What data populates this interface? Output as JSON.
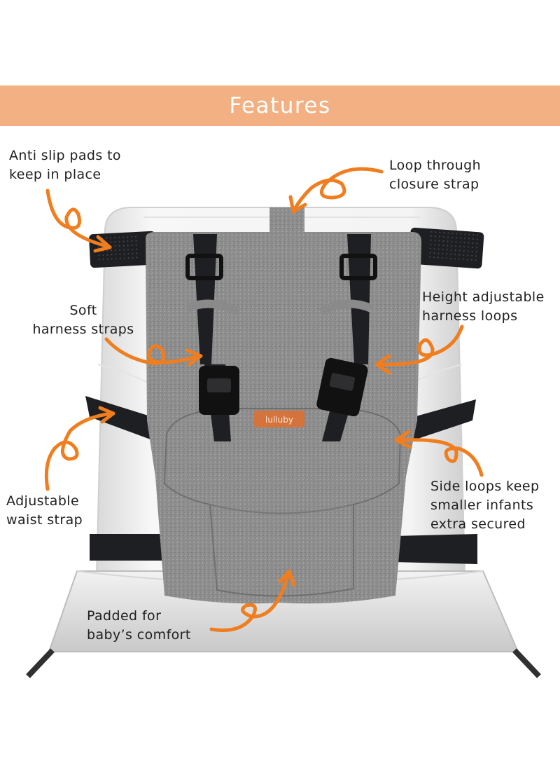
{
  "banner": {
    "title": "Features"
  },
  "brand": {
    "logo_text": "lulluby"
  },
  "callouts": {
    "anti_slip": {
      "line1": "Anti slip pads to",
      "line2": "keep in place"
    },
    "loop_through": {
      "line1": "Loop through",
      "line2": "closure strap"
    },
    "soft_harness": {
      "line1": "Soft",
      "line2": "harness straps"
    },
    "height_adjustable": {
      "line1": "Height adjustable",
      "line2": "harness loops"
    },
    "waist_strap": {
      "line1": "Adjustable",
      "line2": "waist strap"
    },
    "side_loops": {
      "line1": "Side loops keep",
      "line2": "smaller infants",
      "line3": "extra secured"
    },
    "padded": {
      "line1": "Padded for",
      "line2": "baby’s comfort"
    }
  },
  "colors": {
    "banner": "#f2b083",
    "arrow": "#f07d1e",
    "fabric": "#8f8f8f",
    "strap": "#1e1f22"
  }
}
